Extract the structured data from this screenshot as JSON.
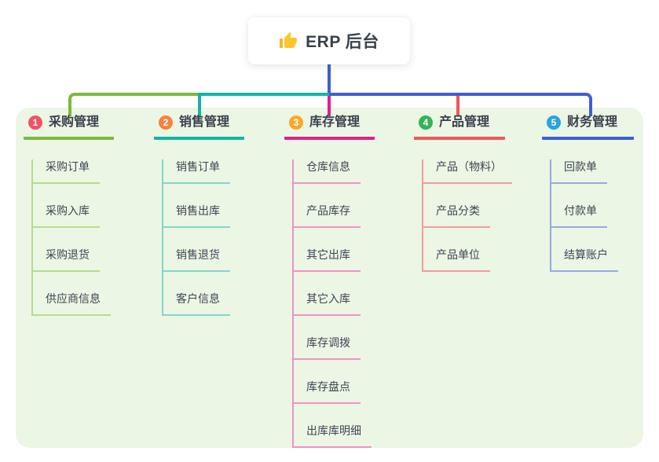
{
  "root": {
    "label": "ERP 后台",
    "icon": "thumbs-up",
    "line_color": "#3e5ed6"
  },
  "branches": [
    {
      "number": "1",
      "label": "采购管理",
      "badge_color": "#ef5365",
      "line_color": "#7cb93f",
      "item_line_color": "#b5db8d",
      "items": [
        "采购订单",
        "采购入库",
        "采购退货",
        "供应商信息"
      ]
    },
    {
      "number": "2",
      "label": "销售管理",
      "badge_color": "#f6823b",
      "line_color": "#12b5a6",
      "item_line_color": "#83d6cc",
      "items": [
        "销售订单",
        "销售出库",
        "销售退货",
        "客户信息"
      ]
    },
    {
      "number": "3",
      "label": "库存管理",
      "badge_color": "#f9a826",
      "line_color": "#e01f8c",
      "item_line_color": "#f292c4",
      "items": [
        "仓库信息",
        "产品库存",
        "其它出库",
        "其它入库",
        "库存调拨",
        "库存盘点",
        "出库库明细"
      ]
    },
    {
      "number": "4",
      "label": "产品管理",
      "badge_color": "#34b558",
      "line_color": "#f2545c",
      "item_line_color": "#f79aa0",
      "items": [
        "产品（物料）",
        "产品分类",
        "产品单位"
      ]
    },
    {
      "number": "5",
      "label": "财务管理",
      "badge_color": "#2aa3dd",
      "line_color": "#3e5ed6",
      "item_line_color": "#97a8e1",
      "items": [
        "回款单",
        "付款单",
        "结算账户"
      ]
    }
  ],
  "panel_color": "#ebf6e4",
  "text_color": "#39414e"
}
